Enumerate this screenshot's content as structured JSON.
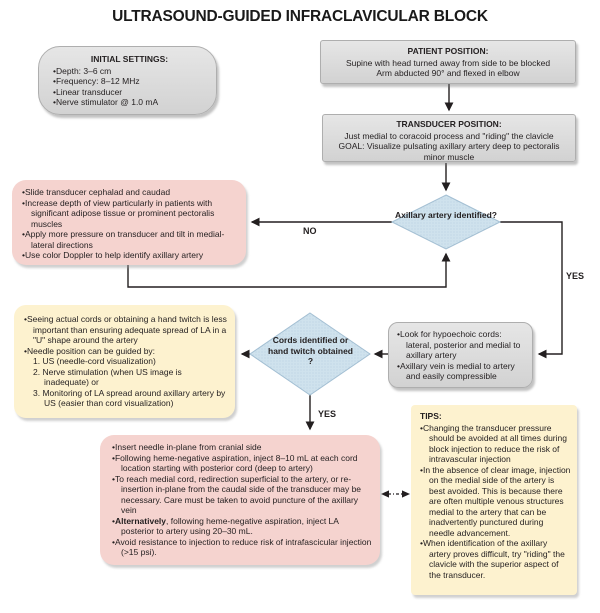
{
  "title": "ULTRASOUND-GUIDED INFRACLAVICULAR BLOCK",
  "colors": {
    "box_gray": "#d9d9d9",
    "box_pink": "#f5d3cf",
    "box_yellow": "#fdf2cf",
    "diamond_blue": "#cfe2ed",
    "line": "#231f20"
  },
  "flow": {
    "initial_settings": {
      "heading": "INITIAL SETTINGS:",
      "items": [
        "Depth: 3–6 cm",
        "Frequency: 8–12 MHz",
        "Linear transducer",
        "Nerve stimulator @ 1.0 mA"
      ]
    },
    "patient_position": {
      "heading": "PATIENT POSITION:",
      "line1": "Supine with head turned away from side to be blocked",
      "line2": "Arm abducted 90° and flexed in elbow"
    },
    "transducer_position": {
      "heading": "TRANSDUCER POSITION:",
      "line1": "Just medial to coracoid process and \"riding\" the clavicle",
      "line2": "GOAL: Visualize pulsating axillary artery deep to pectoralis minor muscle"
    },
    "troubleshooting": {
      "items": [
        "Slide transducer cephalad and caudad",
        "Increase depth of view particularly in patients with significant adipose tissue or prominent pectoralis muscles",
        "Apply more pressure on transducer and tilt in medial-lateral directions",
        "Use color Doppler to help identify axillary artery"
      ]
    },
    "decision_artery": {
      "question": "Axillary artery identified?",
      "no_label": "NO",
      "yes_label": "YES"
    },
    "hypoechoic": {
      "items": [
        "Look for hypoechoic cords: lateral, posterior and medial to axillary artery",
        "Axillary vein is medial to artery and easily compressible"
      ]
    },
    "decision_cords": {
      "question": "Cords identified or hand twitch obtained ?",
      "yes_label": "YES"
    },
    "guidance": {
      "bullets": [
        "Seeing actual cords or obtaining a hand twitch is less important than ensuring adequate spread of LA in a \"U\" shape around the artery",
        "Needle position can be guided by:"
      ],
      "numbered": [
        "1. US (needle-cord visualization)",
        "2. Nerve stimulation (when US image is inadequate) or",
        "3. Monitoring of LA spread around axillary artery by US (easier than cord visualization)"
      ]
    },
    "injection": {
      "item1": "Insert needle in-plane from cranial side",
      "item2": "Following heme-negative aspiration, inject 8–10 mL at each cord location starting with posterior cord (deep to artery)",
      "item3": "To reach medial cord, redirection superficial to the artery, or re-insertion in-plane from the caudal side of the transducer may be necessary. Care must be taken to avoid puncture of the axillary vein",
      "item4_bold": "Alternatively",
      "item4_rest": ", following heme-negative aspiration, inject LA posterior to artery using 20–30 mL.",
      "item5": "Avoid resistance to injection to reduce risk of intrafascicular injection (>15 psi)."
    },
    "tips": {
      "heading": "TIPS:",
      "items": [
        "Changing the transducer pressure should be avoided at all times during block injection to reduce the risk of intravascular injection",
        "In the absence of clear image, injection on the medial side of the artery is best avoided. This is because there are often multiple venous structures medial to the artery that can be inadvertently punctured during needle advancement.",
        "When identification of the axillary artery proves difficult, try \"riding\" the clavicle with the superior aspect of the transducer."
      ]
    }
  }
}
